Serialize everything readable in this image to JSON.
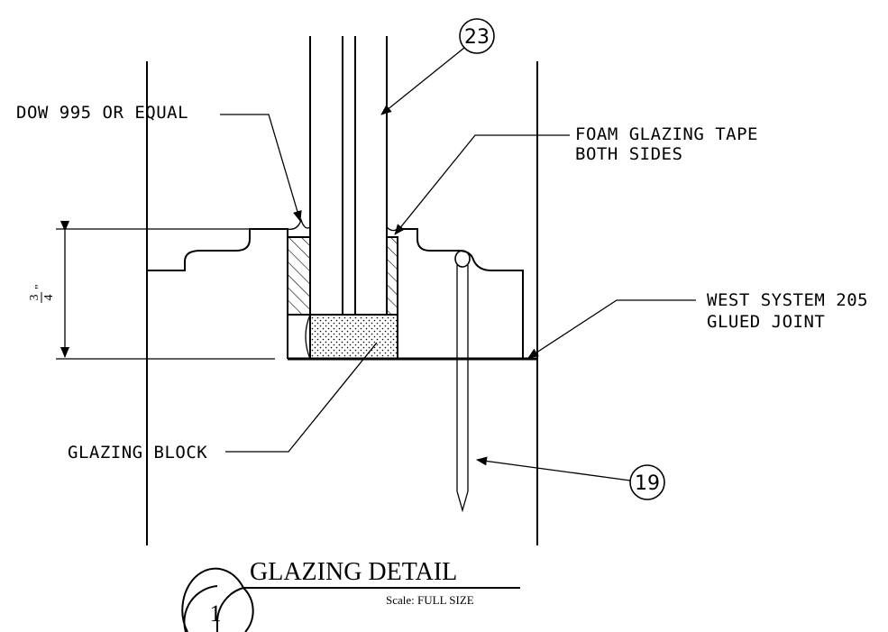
{
  "callouts": {
    "dow": "DOW 995 OR EQUAL",
    "foam_line1": "FOAM GLAZING TAPE",
    "foam_line2": "BOTH SIDES",
    "west_line1": "WEST SYSTEM 205",
    "west_line2": "GLUED JOINT",
    "glazing_block": "GLAZING BLOCK"
  },
  "bubbles": {
    "glass": "23",
    "nail": "19",
    "detail": "1"
  },
  "dimension": {
    "numerator": "3",
    "denominator": "4",
    "unit": "\""
  },
  "title": {
    "name": "GLAZING DETAIL",
    "scale": "Scale:  FULL SIZE"
  }
}
